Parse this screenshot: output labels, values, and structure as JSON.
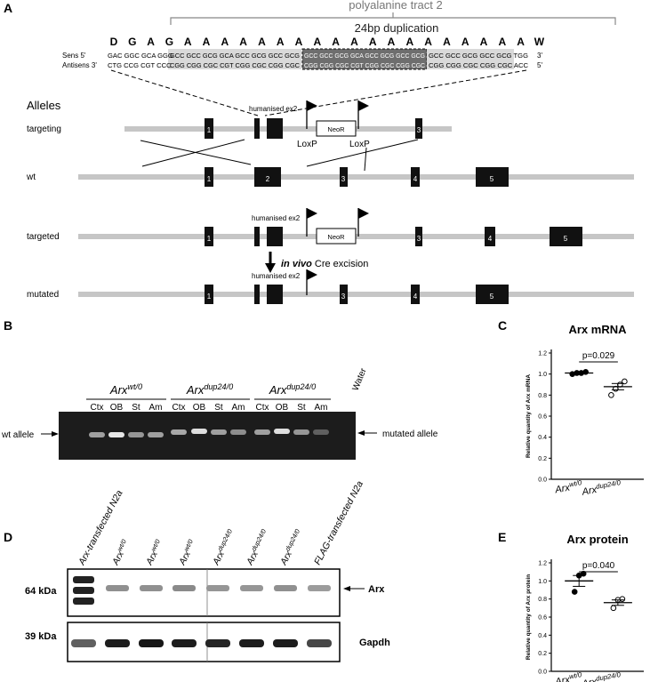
{
  "panelA": {
    "letter": "A",
    "tract_label": "polyalanine tract 2",
    "dup_label": "24bp duplication",
    "aa": [
      "D",
      "G",
      "A",
      "G",
      "A",
      "A",
      "A",
      "A",
      "A",
      "A",
      "A",
      "A",
      "A",
      "A",
      "A",
      "A",
      "A",
      "A",
      "A",
      "A",
      "A",
      "A",
      "A",
      "W"
    ],
    "sense_label": "Sens 5'",
    "antisense_label": "Antisens 3'",
    "sense_end": "3'",
    "antisense_end": "5'",
    "sense_head": "GAC GGC GCA GGG",
    "sense_body": "GCC GCC GCG GCA GCC GCG GCC GCG",
    "sense_dup": "GCC GCC GCG GCA GCC GCG GCC GCG",
    "sense_tail": "GCC GCC GCG GCC GCG TGG",
    "antisense_head": "CTG CCG CGT CCC",
    "antisense_body": "CGG CGG CGC CGT CGG CGC CGG CGC",
    "antisense_dup": "CGG CGG CGC CGT CGG CGC CGG CGC",
    "antisense_tail": "CGG CGG CGC CGG CGC ACC",
    "alleles_title": "Alleles",
    "rows": [
      "targeting",
      "wt",
      "targeted",
      "mutated"
    ],
    "humanised": "humanised ex2",
    "neor": "NeoR",
    "loxp": "LoxP",
    "cre_italic": "in vivo",
    "cre_rest": " Cre excision",
    "exons_targeting": [
      "1",
      "3"
    ],
    "exons_wt": [
      "1",
      "2",
      "3",
      "4",
      "5"
    ],
    "exons_targeted": [
      "1",
      "3",
      "4",
      "5"
    ],
    "exons_mutated": [
      "1",
      "3",
      "4",
      "5"
    ]
  },
  "panelB": {
    "letter": "B",
    "groups": [
      {
        "base": "Arx",
        "sup": "wt/0"
      },
      {
        "base": "Arx",
        "sup": "dup24/0"
      },
      {
        "base": "Arx",
        "sup": "dup24/0"
      }
    ],
    "water": "Water",
    "lanes": [
      "Ctx",
      "OB",
      "St",
      "Am",
      "Ctx",
      "OB",
      "St",
      "Am",
      "Ctx",
      "OB",
      "St",
      "Am"
    ],
    "wt_allele": "wt allele",
    "mutated_allele": "mutated allele"
  },
  "panelC": {
    "letter": "C",
    "chart_data": {
      "type": "scatter",
      "title": "Arx mRNA",
      "ylabel": "Relative quantity of Arx mRNA",
      "ylim": [
        0,
        1.2
      ],
      "yticks": [
        "0.0",
        "0.2",
        "0.4",
        "0.6",
        "0.8",
        "1.0",
        "1.2"
      ],
      "categories": [
        {
          "base": "Arx",
          "sup": "wt/0"
        },
        {
          "base": "Arx",
          "sup": "dup24/0"
        }
      ],
      "points": [
        [
          1.0,
          1.01,
          1.01,
          1.02
        ],
        [
          0.8,
          0.86,
          0.9,
          0.93
        ]
      ],
      "mean": [
        1.01,
        0.88
      ],
      "sem": [
        0.005,
        0.03
      ],
      "p_value": "p=0.029"
    }
  },
  "panelD": {
    "letter": "D",
    "lanes": [
      {
        "base": "Arx-transfected N2a",
        "sup": ""
      },
      {
        "base": "Arx",
        "sup": "wt/0"
      },
      {
        "base": "Arx",
        "sup": "wt/0"
      },
      {
        "base": "Arx",
        "sup": "wt/0"
      },
      {
        "base": "Arx",
        "sup": "dup24/0"
      },
      {
        "base": "Arx",
        "sup": "dup24/0"
      },
      {
        "base": "Arx",
        "sup": "dup24/0"
      },
      {
        "base": "FLAG-transfected N2a",
        "sup": ""
      }
    ],
    "kda_top": "64 kDa",
    "kda_bottom": "39 kDa",
    "arx_label": "Arx",
    "gapdh_label": "Gapdh"
  },
  "panelE": {
    "letter": "E",
    "chart_data": {
      "type": "scatter",
      "title": "Arx protein",
      "ylabel": "Relative quantity of Arx protein",
      "ylim": [
        0,
        1.2
      ],
      "yticks": [
        "0.0",
        "0.2",
        "0.4",
        "0.6",
        "0.8",
        "1.0",
        "1.2"
      ],
      "categories": [
        {
          "base": "Arx",
          "sup": "wt/0"
        },
        {
          "base": "Arx",
          "sup": "dup24/0"
        }
      ],
      "points": [
        [
          0.88,
          1.06,
          1.08
        ],
        [
          0.7,
          0.79,
          0.8
        ]
      ],
      "mean": [
        1.0,
        0.76
      ],
      "sem": [
        0.06,
        0.03
      ],
      "p_value": "p=0.040"
    }
  }
}
